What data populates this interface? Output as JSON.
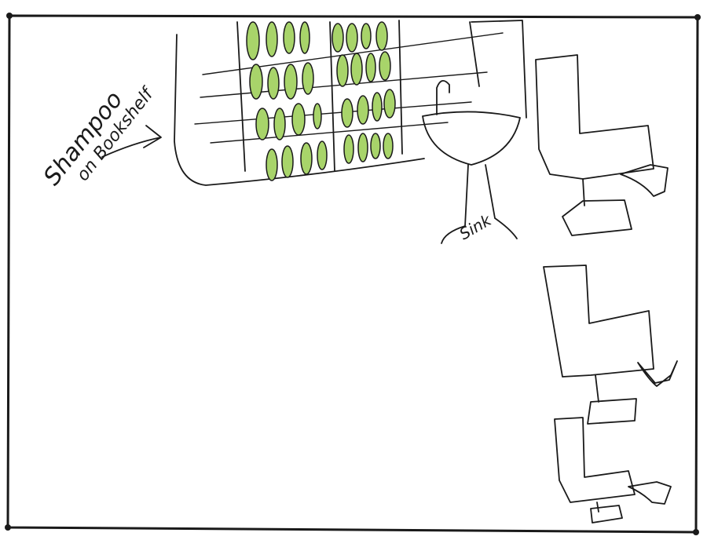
{
  "labels": {
    "shampoo_line1": "Shampoo",
    "shampoo_line2": "on Bookshelf",
    "sink": "Sink"
  },
  "colors": {
    "ink": "#1a1a1a",
    "bottle_fill": "#a8d46a",
    "paper": "#ffffff"
  }
}
